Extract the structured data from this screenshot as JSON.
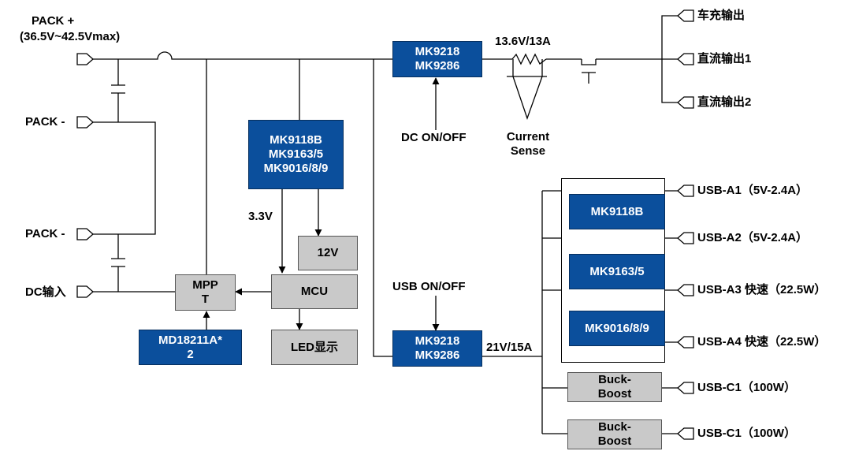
{
  "colors": {
    "block_blue": "#0b4f9c",
    "block_gray": "#c9c9c9",
    "wire": "#000000"
  },
  "inputs": {
    "pack_plus": "PACK  +",
    "pack_range": "(36.5V~42.5Vmax)",
    "pack_minus_1": "PACK  -",
    "pack_minus_2": "PACK  -",
    "dc_in": "DC输入"
  },
  "blocks": {
    "ctrl_top": [
      "MK9218",
      "MK9286"
    ],
    "ctrl_usb": [
      "MK9218",
      "MK9286"
    ],
    "reg": [
      "MK9118B",
      "MK9163/5",
      "MK9016/8/9"
    ],
    "v12": "12V",
    "mcu": "MCU",
    "led": "LED显示",
    "mppt": [
      "MPP",
      "T"
    ],
    "md": [
      "MD18211A*",
      "2"
    ],
    "usb_a1_chip": "MK9118B",
    "usb_a2_chip": "MK9163/5",
    "usb_a34_chip": "MK9016/8/9",
    "buck_boost_1": [
      "Buck-",
      "Boost"
    ],
    "buck_boost_2": [
      "Buck-",
      "Boost"
    ]
  },
  "labels": {
    "shunt": "13.6V/13A",
    "current_sense": [
      "Current",
      "Sense"
    ],
    "dc_onoff": "DC ON/OFF",
    "usb_onoff": "USB ON/OFF",
    "v33": "3.3V",
    "v21": "21V/15A"
  },
  "outputs": [
    "车充输出",
    "直流输出1",
    "直流输出2",
    "USB-A1（5V-2.4A）",
    "USB-A2（5V-2.4A）",
    "USB-A3 快速（22.5W）",
    "USB-A4 快速（22.5W）",
    "USB-C1（100W）",
    "USB-C1（100W）"
  ]
}
